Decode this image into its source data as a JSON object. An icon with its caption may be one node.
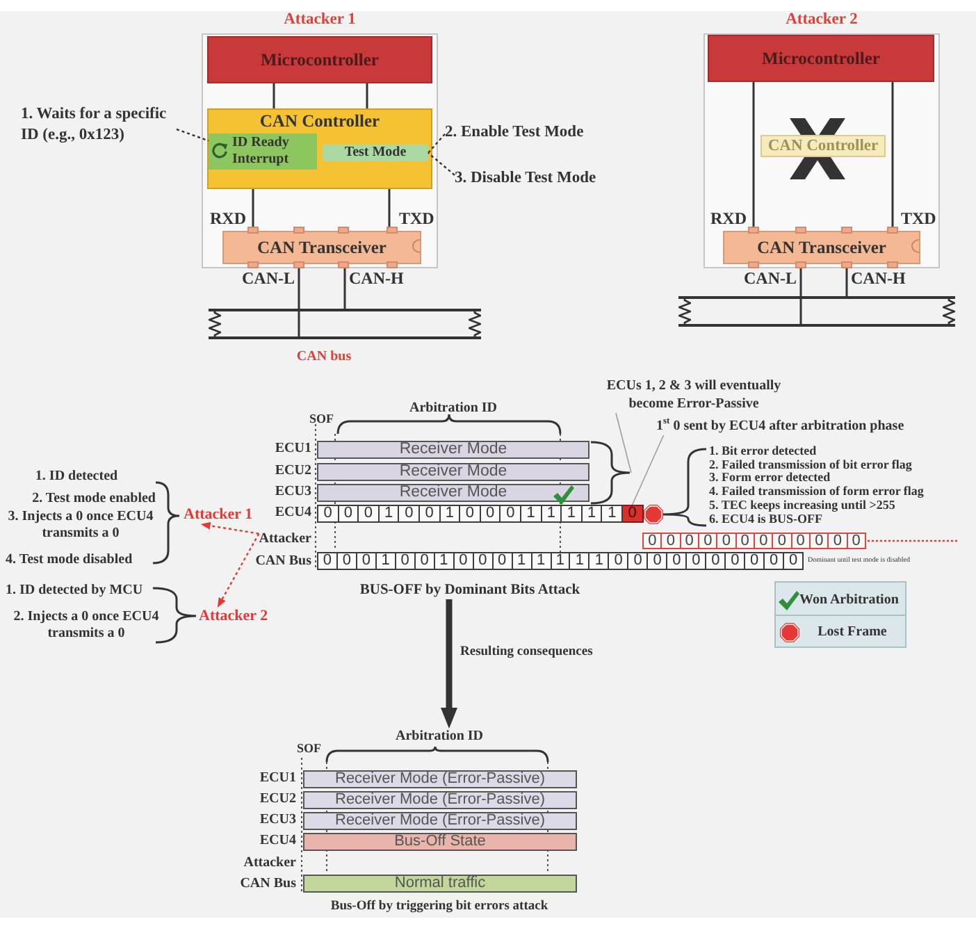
{
  "diagram": {
    "nodes": [
      {
        "text": [
          "Attacker 1"
        ]
      },
      {
        "text": [
          "Microcontroller"
        ],
        "in": 0
      },
      {
        "text": [
          "CAN Controller"
        ],
        "in": 0
      },
      {
        "text": [
          "ID Ready Interrupt"
        ],
        "in": 2
      },
      {
        "text": [
          "Test Mode"
        ],
        "in": 2
      },
      {
        "text": [
          "CAN Transceiver"
        ],
        "in": 0
      },
      {
        "text": [],
        "shape": "bus"
      },
      {
        "text": [
          "1. Waits for a specific ID (e.g., 0x123)"
        ]
      },
      {
        "text": [
          "2. Enable Test Mode"
        ]
      },
      {
        "text": [
          "3. Disable Test Mode"
        ]
      },
      {
        "text": [
          "Attacker 2"
        ]
      },
      {
        "text": [
          "Microcontroller"
        ],
        "in": 10
      },
      {
        "text": [
          "CAN Controller"
        ],
        "in": 10
      },
      {
        "text": [
          "CAN Transceiver"
        ],
        "in": 10
      },
      {
        "text": [],
        "shape": "bus"
      },
      {
        "text": [
          "Attacker 1"
        ]
      },
      {
        "text": [
          "Attacker 2"
        ]
      },
      {
        "text": [
          "Attacker"
        ]
      },
      {
        "text": [
          "Receiver Mode"
        ]
      },
      {
        "text": [
          "Receiver Mode"
        ]
      },
      {
        "text": [
          "Receiver Mode"
        ]
      },
      {
        "text": [
          "ECUs 1, 2 & 3 will eventually become Error-Passive"
        ]
      },
      {
        "text": [
          "1$^{st}$ 0 sent by ECU4 after arbitration phase"
        ]
      },
      {
        "text": [
          "0"
        ]
      },
      {
        "text": [
          "BUS-OFF by Dominant Bits Attack"
        ]
      },
      {
        "text": [
          "Arbitration ID"
        ]
      },
      {
        "text": [
          "Receiver Mode (Error-Passive)"
        ]
      },
      {
        "text": [
          "Receiver Mode (Error-Passive)"
        ]
      },
      {
        "text": [
          "Receiver Mode (Error-Passive)"
        ]
      },
      {
        "text": [
          "Bus-Off State"
        ]
      },
      {
        "text": [
          "Normal traffic"
        ]
      },
      {
        "text": [],
        "shape": "brace"
      }
    ],
    "edges": [
      {
        "from": 1,
        "to": 2,
        "arrow": "none"
      },
      {
        "from": 1,
        "to": 2,
        "arrow": "none"
      },
      {
        "from": 2,
        "to": 5,
        "arrow": "none"
      },
      {
        "from": 2,
        "to": 5,
        "arrow": "none"
      },
      {
        "from": 5,
        "to": 6,
        "arrow": "none"
      },
      {
        "from": 5,
        "to": 6,
        "arrow": "none"
      },
      {
        "from": 7,
        "to": 3,
        "arrow": "none",
        "style": "dashed"
      },
      {
        "from": 8,
        "to": 4,
        "arrow": "none",
        "style": "dashed"
      },
      {
        "from": 9,
        "to": 4,
        "arrow": "none",
        "style": "dashed"
      },
      {
        "from": 11,
        "to": 13,
        "arrow": "none"
      },
      {
        "from": 11,
        "to": 13,
        "arrow": "none"
      },
      {
        "from": 13,
        "to": 14,
        "arrow": "none"
      },
      {
        "from": 13,
        "to": 14,
        "arrow": "none"
      },
      {
        "from": 17,
        "to": 15,
        "arrow": "to",
        "style": "dashed",
        "color": "#e53935"
      },
      {
        "from": 17,
        "to": 16,
        "arrow": "to",
        "style": "dashed",
        "color": "#e53935"
      },
      {
        "from": 21,
        "to": 31,
        "arrow": "none",
        "color": "#9e9e9e"
      },
      {
        "from": 22,
        "to": 23,
        "arrow": "none",
        "color": "#9e9e9e"
      },
      {
        "from": 24,
        "to": 25,
        "arrow": "to",
        "style": "thick",
        "label": "Resulting consequences"
      }
    ],
    "labels": [
      "RXD",
      "TXD",
      "CAN-L",
      "CAN-H",
      "CAN bus",
      "RXD",
      "TXD",
      "CAN-L",
      "CAN-H",
      "1. ID detected",
      "2. Test mode enabled",
      "3. Injects a 0 once ECU4 transmits a 0",
      "4. Test mode disabled",
      "1. ID detected by MCU",
      "2. Injects a 0 once ECU4 transmits a 0",
      "Arbitration ID",
      "SOF",
      "ECU1",
      "ECU2",
      "ECU3",
      "ECU4",
      "CAN Bus",
      "1. Bit error detected",
      "2. Failed transmission of bit error flag",
      "3. Form error detected",
      "4. Failed transmission of form error flag",
      "5. TEC keeps increasing until >255",
      "6. ECU4 is BUS-OFF",
      "0",
      "0",
      "0",
      "1",
      "0",
      "0",
      "1",
      "0",
      "0",
      "0",
      "1",
      "1",
      "1",
      "1",
      "1",
      "0",
      "0",
      "0",
      "0",
      "0",
      "0",
      "0",
      "0",
      "0",
      "0",
      "0",
      "0",
      "0",
      "0",
      "0",
      "1",
      "0",
      "0",
      "1",
      "0",
      "0",
      "0",
      "1",
      "1",
      "1",
      "1",
      "1",
      "0",
      "0",
      "0",
      "0",
      "0",
      "0",
      "0",
      "0",
      "0",
      "0",
      "Dominant until test mode is disabled",
      "SOF",
      "ECU1",
      "ECU2",
      "ECU3",
      "ECU4",
      "Attacker",
      "CAN Bus",
      "Bus-Off by triggering bit errors attack"
    ],
    "legend": [
      {
        "text": "Won Arbitration"
      },
      {
        "text": "Lost Frame"
      }
    ]
  }
}
